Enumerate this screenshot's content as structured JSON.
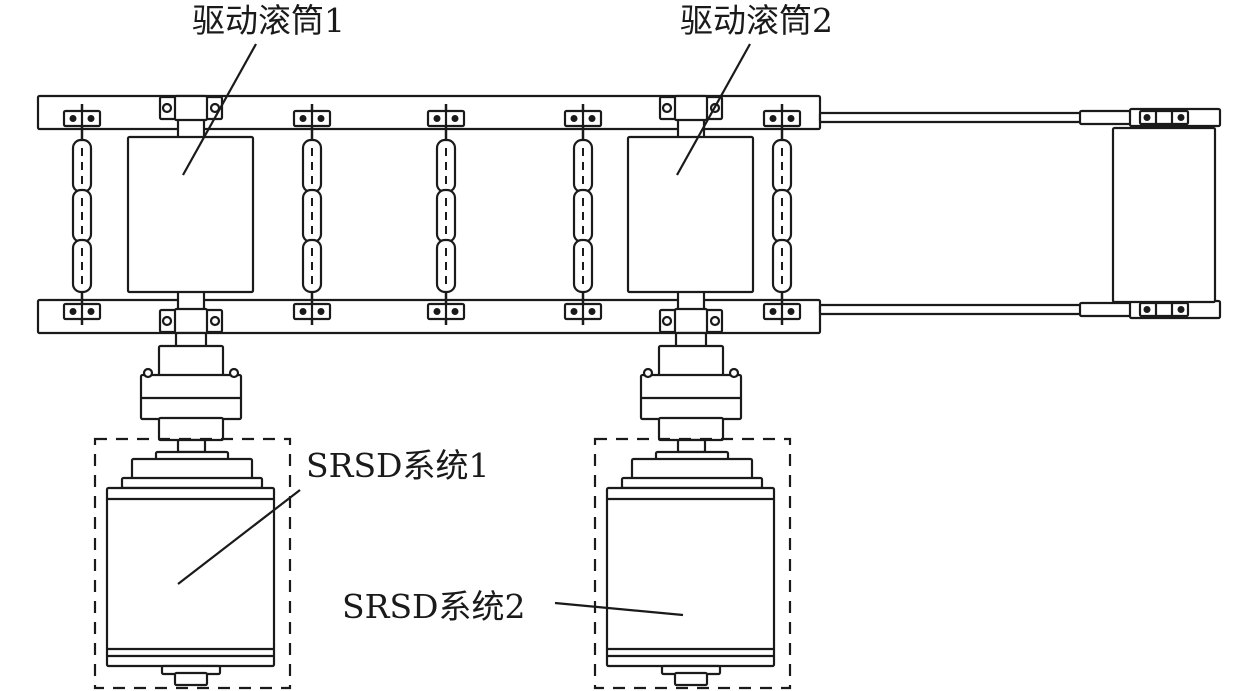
{
  "labels": {
    "drive_pulley_1": "驱动滚筒1",
    "drive_pulley_2": "驱动滚筒2",
    "srsd_system_1": "SRSD系统1",
    "srsd_system_2": "SRSD系统2"
  },
  "colors": {
    "line": "#1a1a1a",
    "background": "#ffffff"
  }
}
